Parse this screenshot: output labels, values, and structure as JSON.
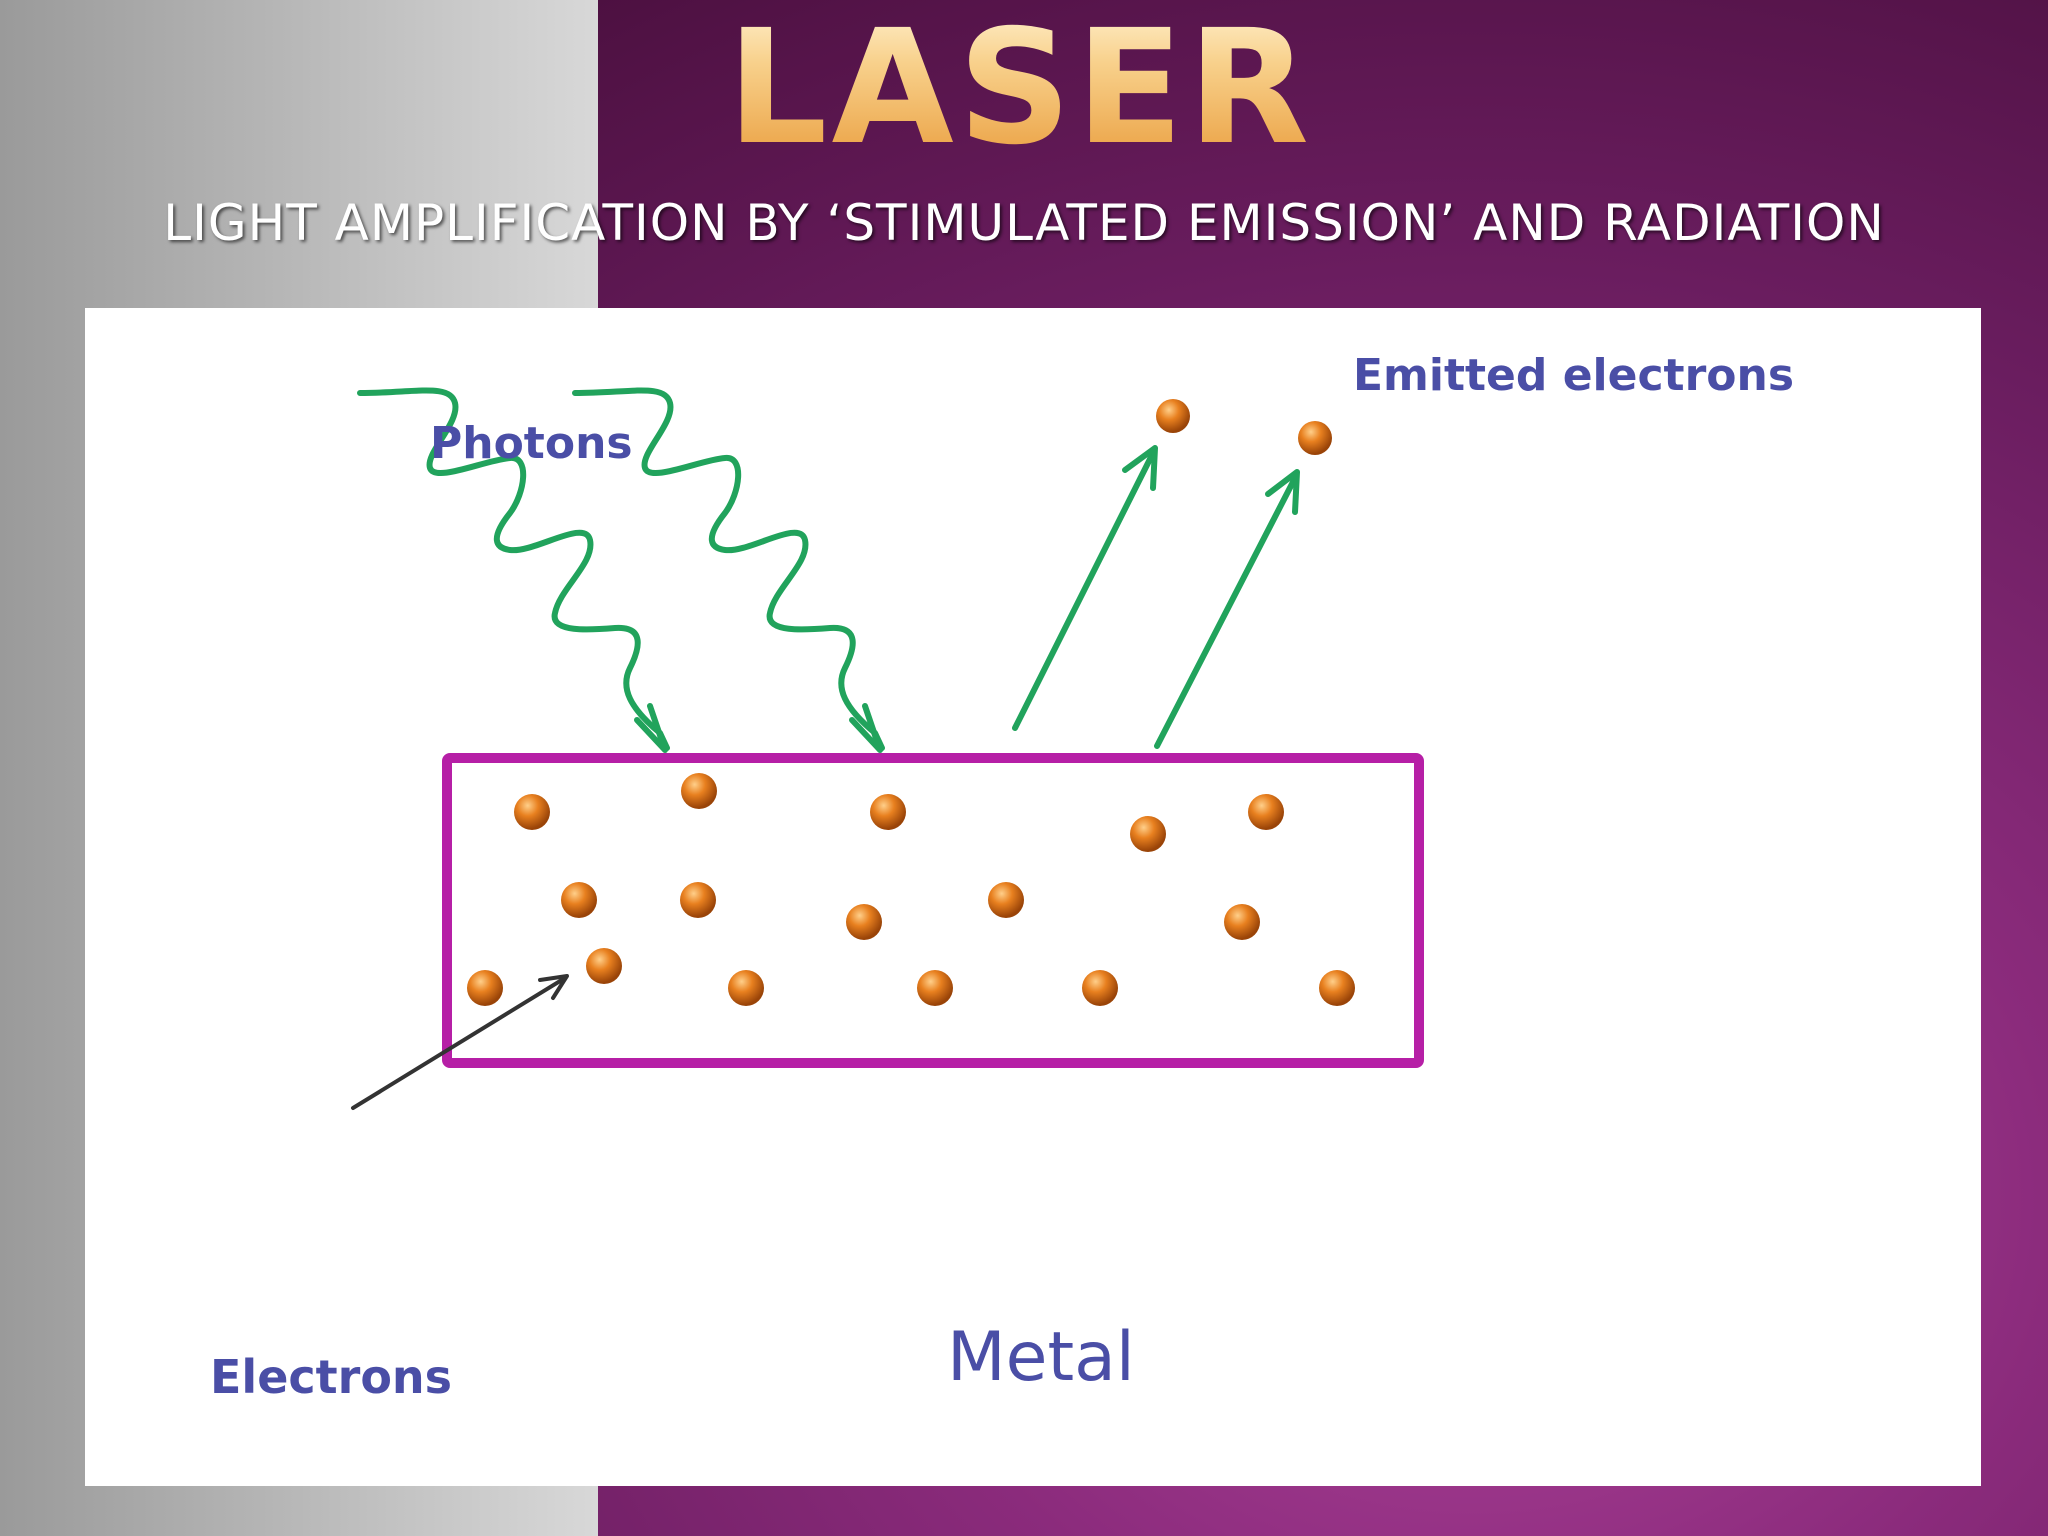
{
  "slide": {
    "title": "LASER",
    "subtitle": "LIGHT AMPLIFICATION BY ‘STIMULATED EMISSION’ AND RADIATION"
  },
  "diagram": {
    "labels": {
      "photons": "Photons",
      "emitted_electrons": "Emitted electrons",
      "electrons": "Electrons",
      "metal": "Metal"
    },
    "colors": {
      "photon_wave": "#21a35c",
      "emission_arrow": "#21a35c",
      "metal_border": "#b61fa6",
      "electron": "#e0731a",
      "electron_pointer": "#333333",
      "label_text": "#4a4ea6"
    }
  }
}
